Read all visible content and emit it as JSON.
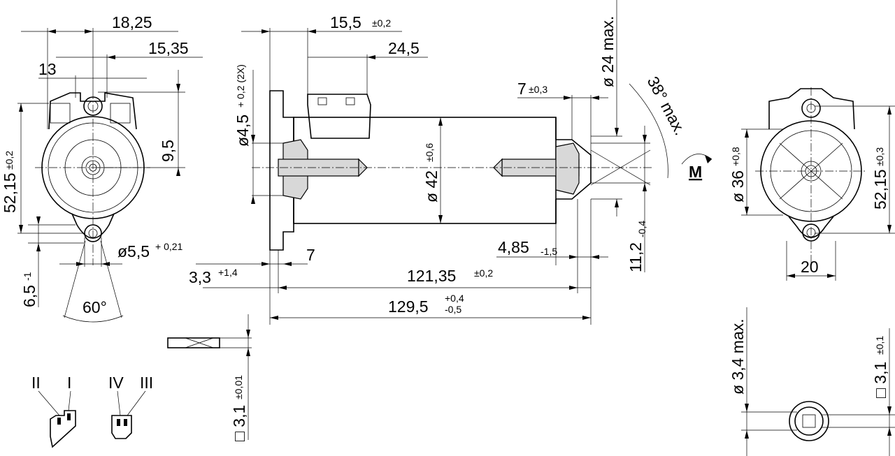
{
  "labels": {
    "d18_25": "18,25",
    "d15_35": "15,35",
    "d13": "13",
    "d9_5": "9,5",
    "d52_15_left": "52,15",
    "d52_15_left_tol": "±0,2",
    "d6_5": "6,5",
    "d6_5_tol": "-1",
    "d60deg": "60°",
    "d5_5": "ø5,5",
    "d5_5_tol": "+ 0,21",
    "d4_5": "ø4,5",
    "d4_5_tol": "+ 0,2 (2X)",
    "d15_5": "15,5",
    "d15_5_tol": "±0,2",
    "d24_5": "24,5",
    "d42": "ø 42",
    "d42_tol": "±0,6",
    "d7_top": "7",
    "d7_top_tol": "±0,3",
    "d24max": "ø 24 max.",
    "d38max": "38° max.",
    "d11_2": "11,2",
    "d11_2_tol": "-0,4",
    "d4_85": "4,85",
    "d4_85_tol": "-1,5",
    "d7_low": "7",
    "d3_3": "3,3",
    "d3_3_tol": "+1,4",
    "d121_35": "121,35",
    "d121_35_tol": "±0,2",
    "d129_5": "129,5",
    "d129_5_tol_up": "+0,4",
    "d129_5_tol_dn": "-0,5",
    "motor": "M",
    "d36": "ø 36",
    "d36_tol": "+0,8",
    "d52_15_right": "52,15",
    "d52_15_right_tol": "±0,3",
    "d20": "20",
    "d3_1_mid": "□ 3,1",
    "d3_1_mid_tol": "±0,01",
    "d3_4max": "ø 3,4 max.",
    "d3_1_right": "□ 3,1",
    "d3_1_right_tol": "±0,1",
    "pin_II": "II",
    "pin_I": "I",
    "pin_IV": "IV",
    "pin_III": "III"
  }
}
